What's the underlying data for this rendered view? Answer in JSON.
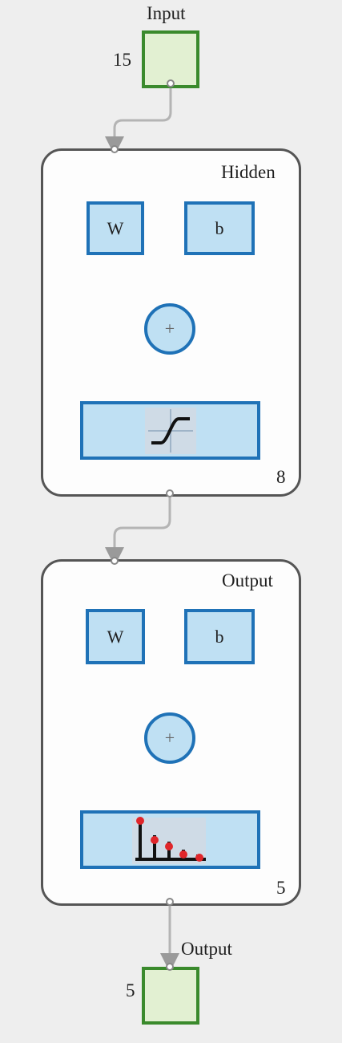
{
  "input": {
    "title": "Input",
    "size": "15"
  },
  "hidden": {
    "title": "Hidden",
    "weight": "W",
    "bias": "b",
    "sum": "+",
    "transfer_icon": "tansig-icon",
    "size": "8"
  },
  "output_layer": {
    "title": "Output",
    "weight": "W",
    "bias": "b",
    "sum": "+",
    "transfer_icon": "softmax-icon",
    "size": "5"
  },
  "output": {
    "title": "Output",
    "size": "5"
  },
  "colors": {
    "background": "#eeeeee",
    "io_fill": "#e2f0d2",
    "io_border": "#3a8a2c",
    "block_fill": "#bfe0f3",
    "block_border": "#1f72b7",
    "wire": "#b4b4b4",
    "marker": "#e0262a"
  }
}
